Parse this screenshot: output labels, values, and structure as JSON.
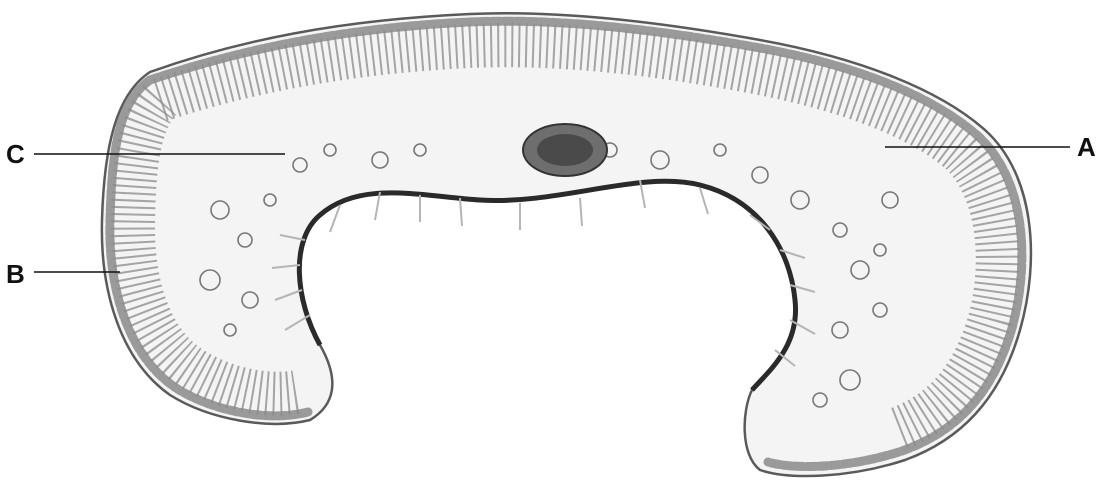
{
  "labels": {
    "a": "A",
    "b": "B",
    "c": "C"
  },
  "colors": {
    "background": "#ffffff",
    "epidermis_outline": "#5a5a5a",
    "palisade": "#8a8a8a",
    "lower_epidermis": "#2a2a2a",
    "cuticle_fill": "#f4f4f4",
    "text": "#111111"
  }
}
